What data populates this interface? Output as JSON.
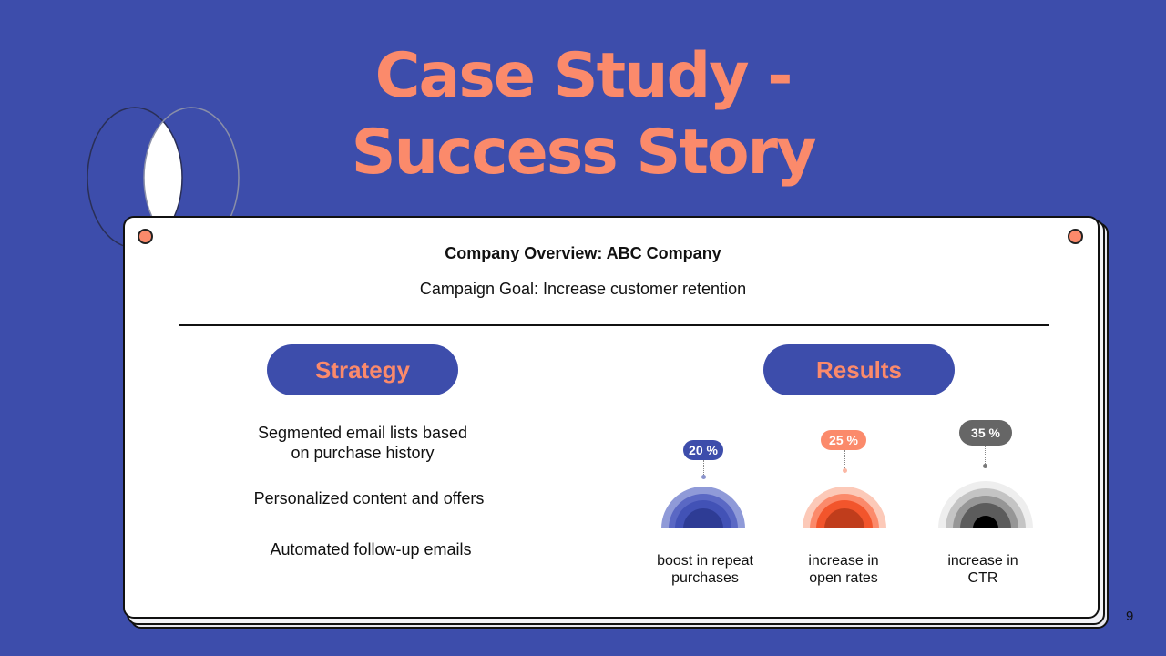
{
  "slide": {
    "title_line1": "Case Study -",
    "title_line2": "Success Story",
    "company_overview": "Company Overview: ABC Company",
    "campaign_goal": "Campaign Goal: Increase customer retention",
    "page_number": "9"
  },
  "strategy": {
    "heading": "Strategy",
    "items": [
      {
        "line1": "Segmented email lists based",
        "line2": "on purchase history"
      },
      {
        "line1": "Personalized content and offers"
      },
      {
        "line1": "Automated follow-up emails"
      }
    ]
  },
  "results": {
    "heading": "Results",
    "items": [
      {
        "value": "20 %",
        "line1": "boost in repeat",
        "line2": "purchases",
        "color": "#3d4dab"
      },
      {
        "value": "25 %",
        "line1": "increase in",
        "line2": "open rates",
        "color": "#fb8a6b"
      },
      {
        "value": "35 %",
        "line1": "increase in",
        "line2": "CTR",
        "color": "#666666"
      }
    ]
  },
  "colors": {
    "background": "#3d4dab",
    "accent": "#fb8a6b",
    "card": "#ffffff"
  }
}
